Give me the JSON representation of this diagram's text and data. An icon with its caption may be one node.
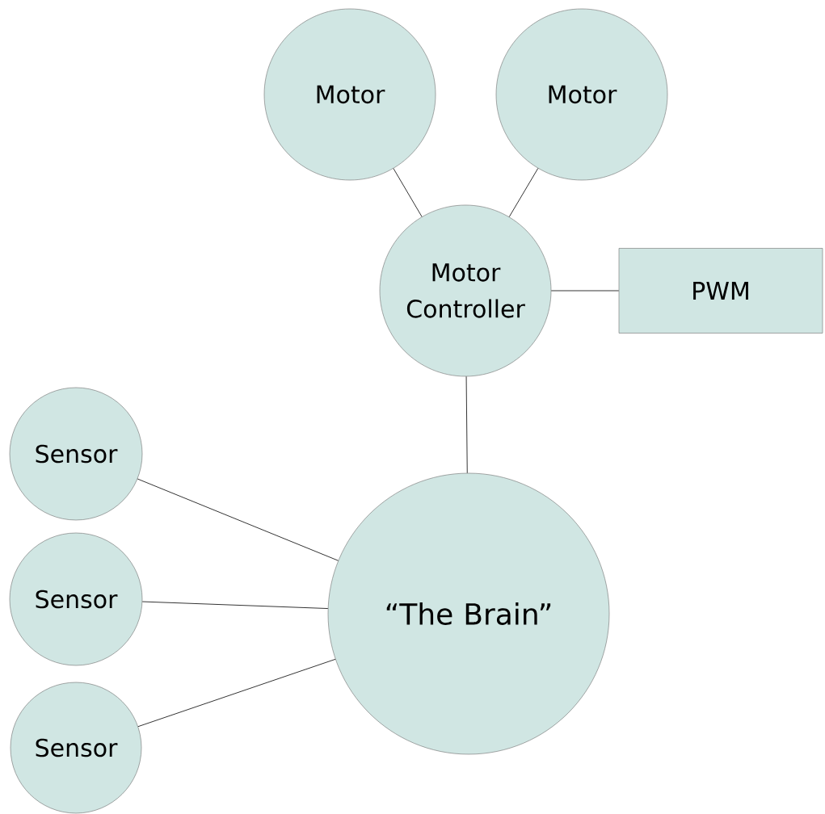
{
  "diagram": {
    "nodes": [
      {
        "text": [
          "Motor"
        ]
      },
      {
        "text": [
          "Motor"
        ]
      },
      {
        "text": [
          "Motor Controller"
        ]
      },
      {
        "text": [
          "PWM"
        ]
      },
      {
        "text": [
          "Sensor"
        ]
      },
      {
        "text": [
          "Sensor"
        ]
      },
      {
        "text": [
          "Sensor"
        ]
      },
      {
        "text": [
          "“The Brain”"
        ]
      }
    ],
    "edges": [
      {
        "from": 0,
        "to": 2,
        "arrow": "none"
      },
      {
        "from": 1,
        "to": 2,
        "arrow": "none"
      },
      {
        "from": 2,
        "to": 3,
        "arrow": "none"
      },
      {
        "from": 2,
        "to": 7,
        "arrow": "none"
      },
      {
        "from": 4,
        "to": 7,
        "arrow": "none"
      },
      {
        "from": 5,
        "to": 7,
        "arrow": "none"
      },
      {
        "from": 6,
        "to": 7,
        "arrow": "none"
      }
    ]
  }
}
